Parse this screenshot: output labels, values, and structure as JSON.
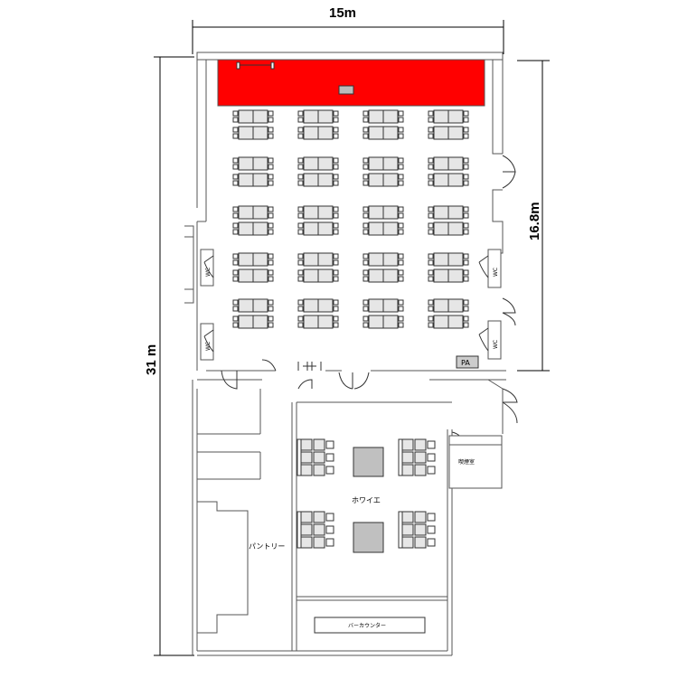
{
  "dimensions": {
    "width": "15m",
    "height": "31 m",
    "hall_depth": "16.8m"
  },
  "labels": {
    "foyer": "ホワイエ",
    "pantry": "パントリー",
    "bar_counter": "バーカウンター",
    "pa": "PA",
    "control_room": "喫煙室",
    "wc": "WC"
  },
  "colors": {
    "stage": "#ff0000",
    "wall": "#555555",
    "table_fill": "#e6e6e6",
    "column_fill": "#c0c0c0"
  }
}
